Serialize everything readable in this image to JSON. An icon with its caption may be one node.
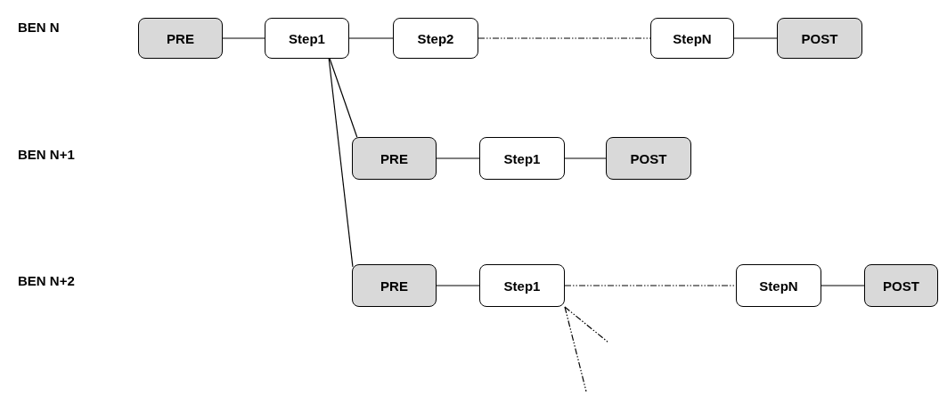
{
  "diagram": {
    "nodes": [
      {
        "text": [
          "PRE"
        ]
      },
      {
        "text": [
          "Step1"
        ]
      },
      {
        "text": [
          "Step2"
        ]
      },
      {
        "text": [
          "StepN"
        ]
      },
      {
        "text": [
          "POST"
        ]
      },
      {
        "text": [
          "PRE"
        ]
      },
      {
        "text": [
          "Step1"
        ]
      },
      {
        "text": [
          "POST"
        ]
      },
      {
        "text": [
          "PRE"
        ]
      },
      {
        "text": [
          "Step1"
        ]
      },
      {
        "text": [
          "StepN"
        ]
      },
      {
        "text": [
          "POST"
        ]
      }
    ],
    "edges": [
      {
        "from": 0,
        "to": 1,
        "arrow": "none"
      },
      {
        "from": 1,
        "to": 2,
        "arrow": "none"
      },
      {
        "from": 2,
        "to": 3,
        "arrow": "none",
        "style": "dashed"
      },
      {
        "from": 3,
        "to": 4,
        "arrow": "none"
      },
      {
        "from": 1,
        "to": 5,
        "arrow": "none"
      },
      {
        "from": 1,
        "to": 8,
        "arrow": "none"
      },
      {
        "from": 5,
        "to": 6,
        "arrow": "none"
      },
      {
        "from": 6,
        "to": 7,
        "arrow": "none"
      },
      {
        "from": 8,
        "to": 9,
        "arrow": "none"
      },
      {
        "from": 9,
        "to": 10,
        "arrow": "none",
        "style": "dashed"
      },
      {
        "from": 10,
        "to": 11,
        "arrow": "none"
      },
      {
        "from": 9,
        "to": null,
        "arrow": "none",
        "style": "dashed"
      },
      {
        "from": 9,
        "to": null,
        "arrow": "none",
        "style": "dashed"
      }
    ],
    "labels": [
      "BEN N",
      "BEN N+1",
      "BEN N+2"
    ]
  }
}
